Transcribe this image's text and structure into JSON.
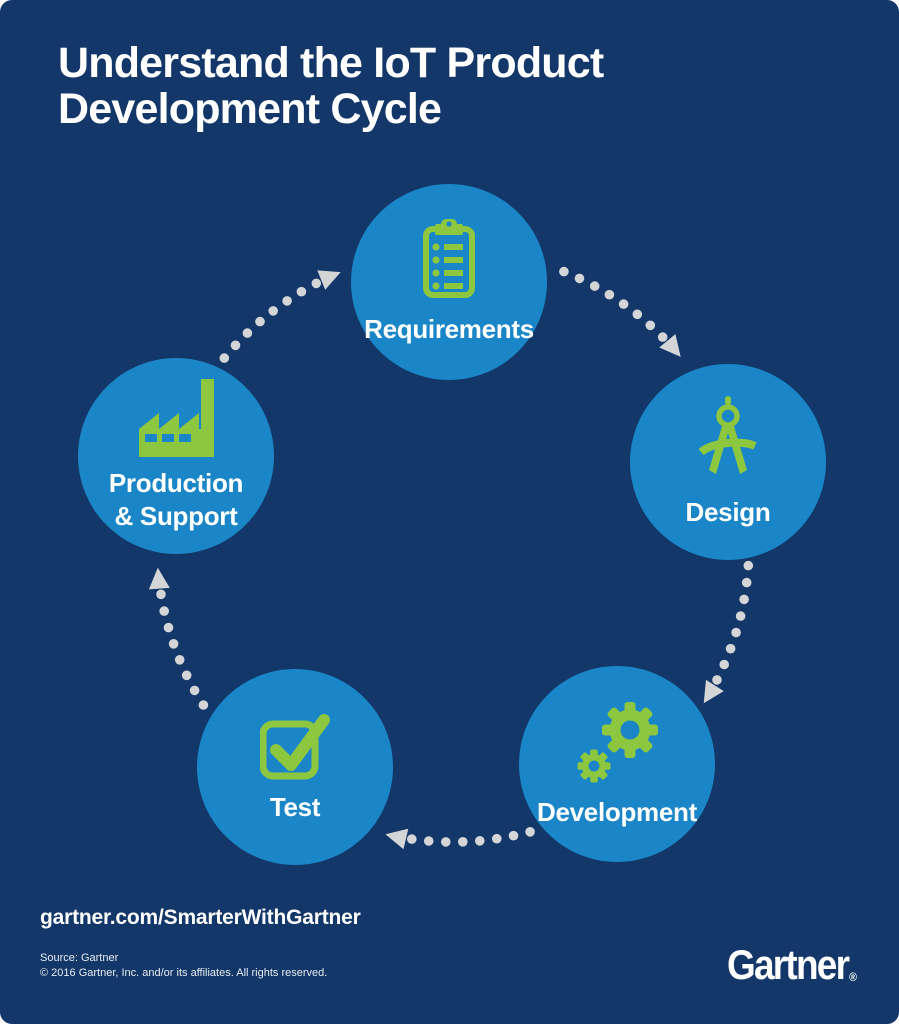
{
  "title": {
    "line1": "Understand the IoT Product",
    "line2": "Development Cycle"
  },
  "cycle": {
    "direction": "clockwise",
    "stages": [
      {
        "label": "Requirements",
        "icon": "clipboard-checklist-icon"
      },
      {
        "label": "Design",
        "icon": "drafting-compass-icon"
      },
      {
        "label": "Development",
        "icon": "gears-icon"
      },
      {
        "label": "Test",
        "icon": "checkbox-check-icon"
      },
      {
        "label_line1": "Production",
        "label_line2": "& Support",
        "icon": "factory-icon"
      }
    ]
  },
  "footer": {
    "url": "gartner.com/SmarterWithGartner",
    "source_line": "Source: Gartner",
    "copyright_line": "© 2016 Gartner, Inc. and/or its affiliates. All rights reserved.",
    "logo_text": "Gartner",
    "logo_registered_mark": "®"
  },
  "colors": {
    "background_navy": "#123768",
    "circle_blue": "#1a86c8",
    "icon_green": "#8dc63f",
    "arrow_dot_gray": "#d4d5d7",
    "text_white": "#ffffff"
  }
}
